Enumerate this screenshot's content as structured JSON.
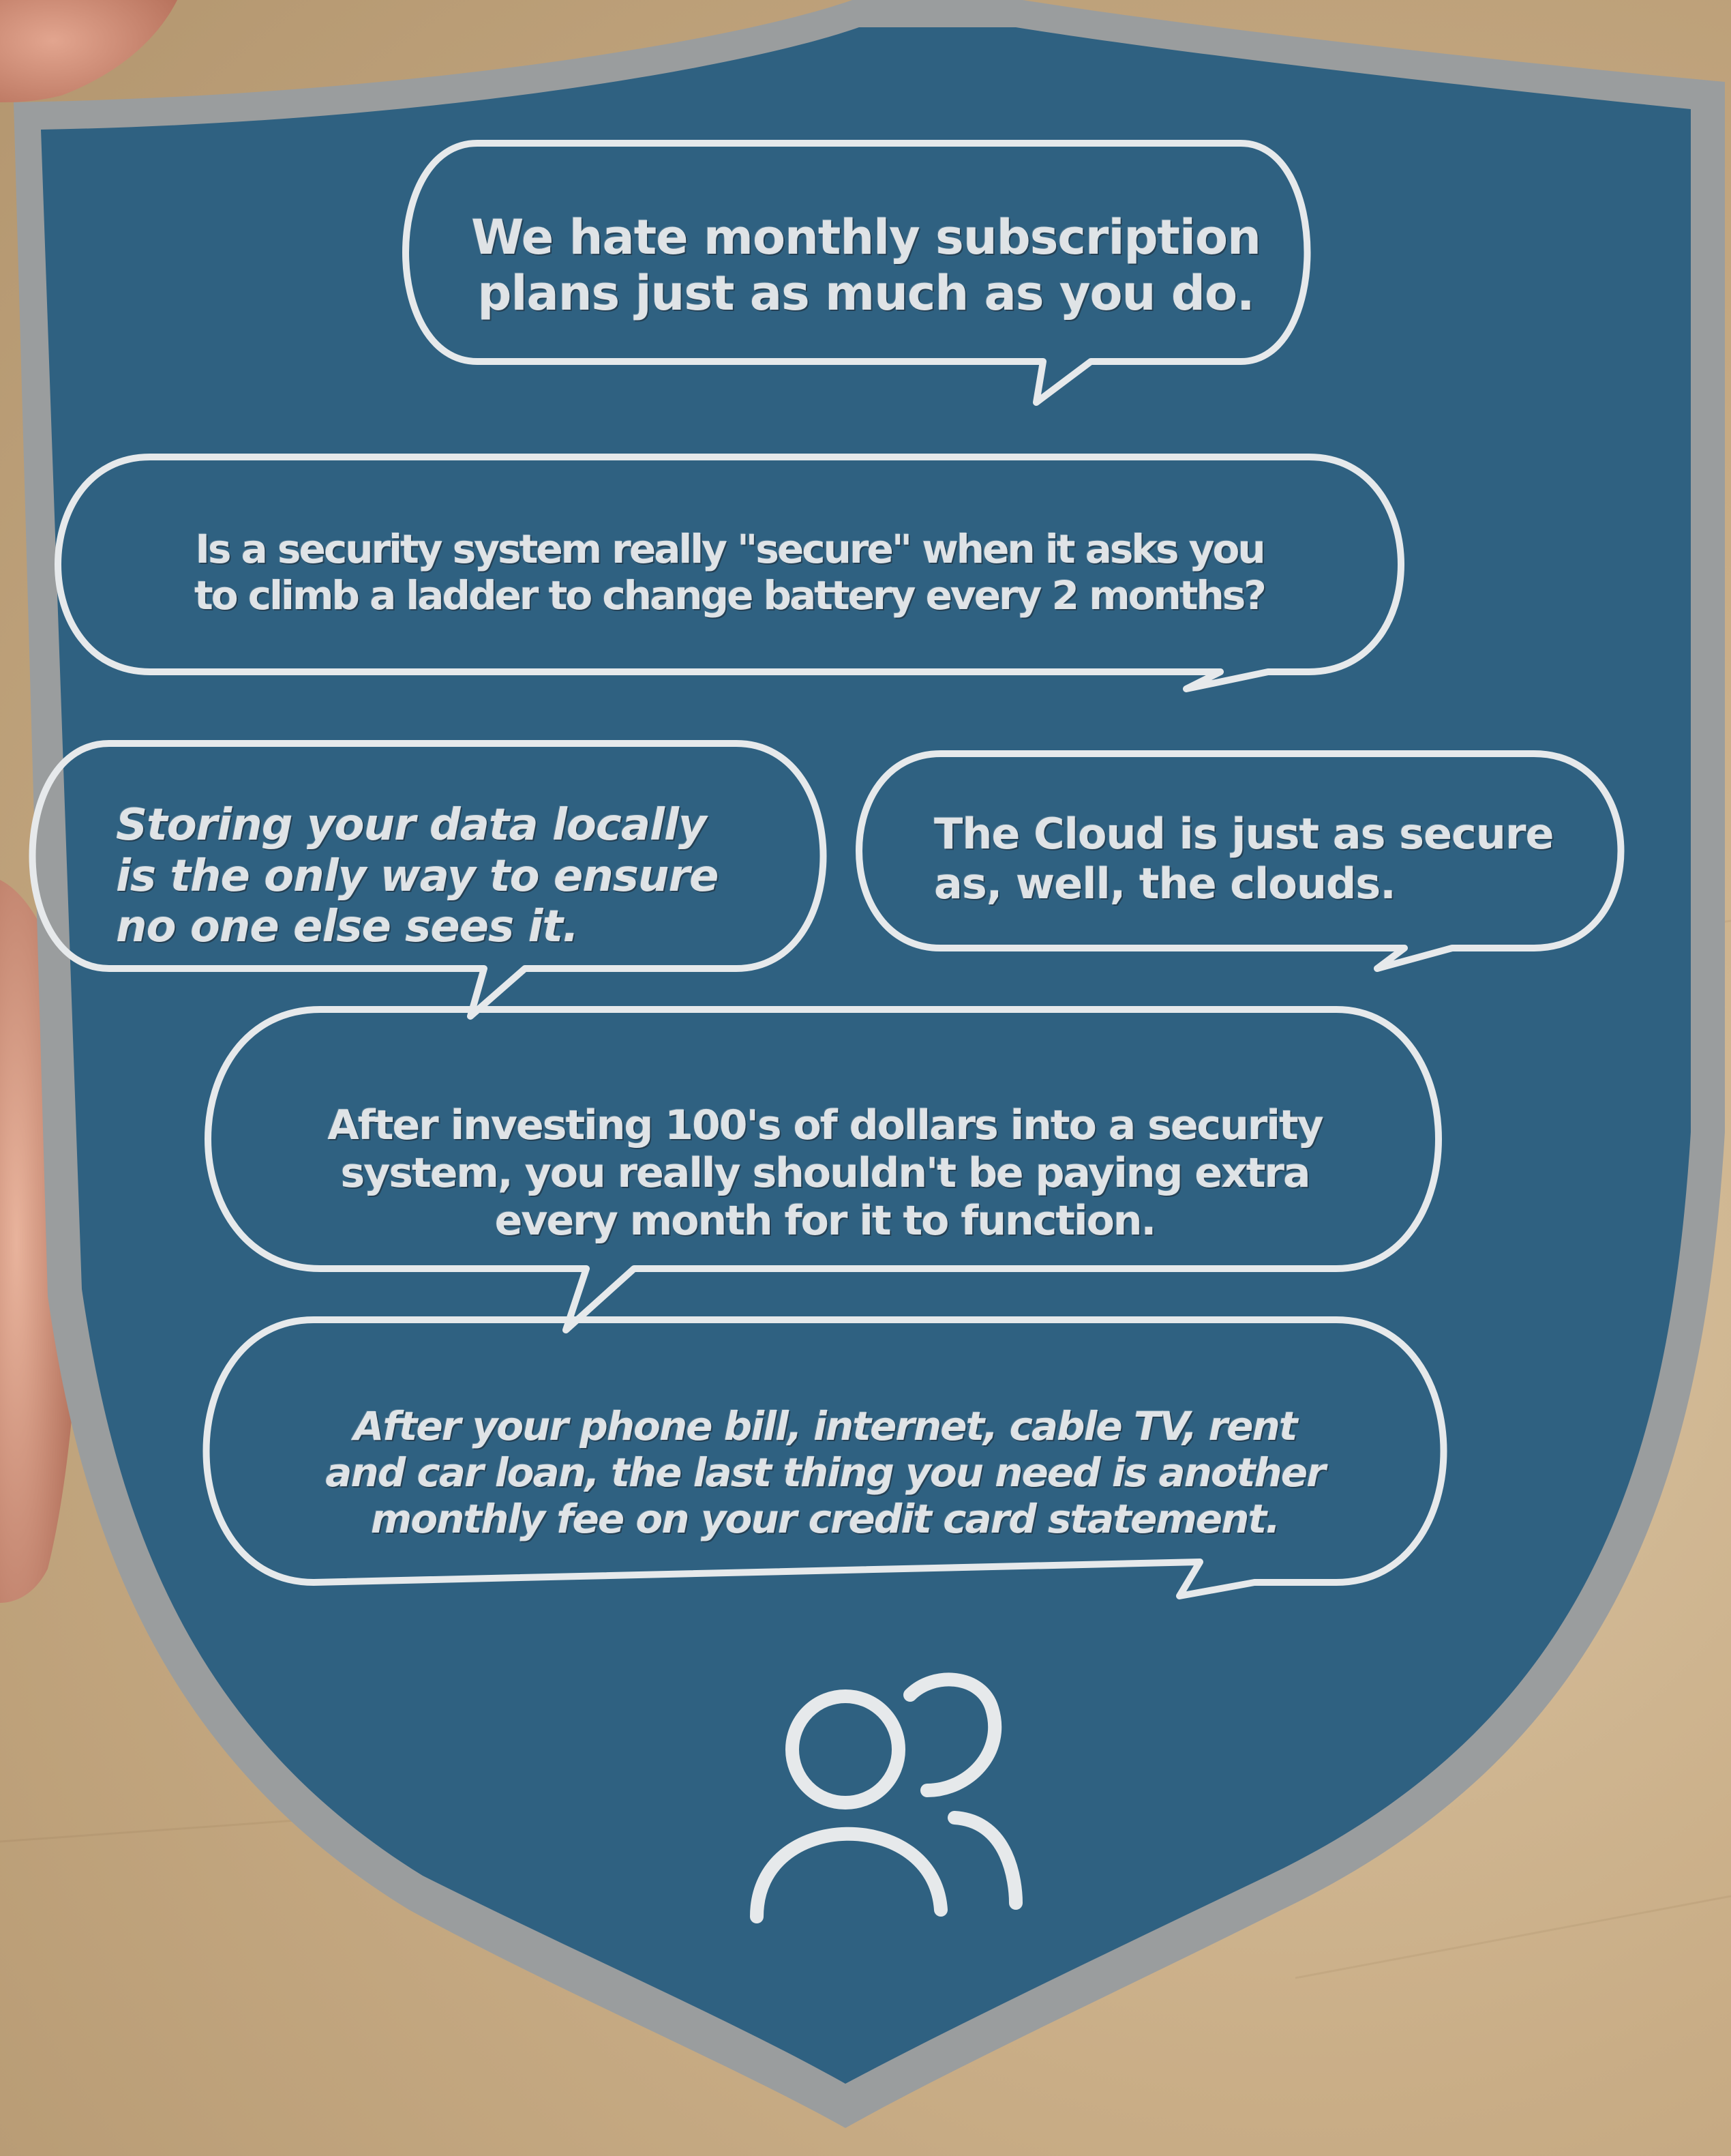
{
  "bubbles": [
    {
      "text": "We hate monthly subscription\nplans just as much as you do."
    },
    {
      "text": "Is a security system really \"secure\" when it asks you\nto climb a ladder to change battery every 2 months?"
    },
    {
      "text": "Storing your data locally\nis the only way to ensure\nno one else sees it."
    },
    {
      "text": "The Cloud is just as secure\nas, well, the clouds."
    },
    {
      "text": "After investing 100's of dollars into a security\nsystem, you really shouldn't be paying extra\nevery month for it to function."
    },
    {
      "text": "After your phone bill, internet, cable TV, rent\nand car loan, the last thing you need is another\nmonthly fee on your credit card statement."
    }
  ],
  "icon": "users-icon",
  "colors": {
    "shield_fill": "#2f6181",
    "shield_border": "#9a9d9e",
    "outline": "#e6e9eb",
    "table_surface": "#c9ad86"
  }
}
